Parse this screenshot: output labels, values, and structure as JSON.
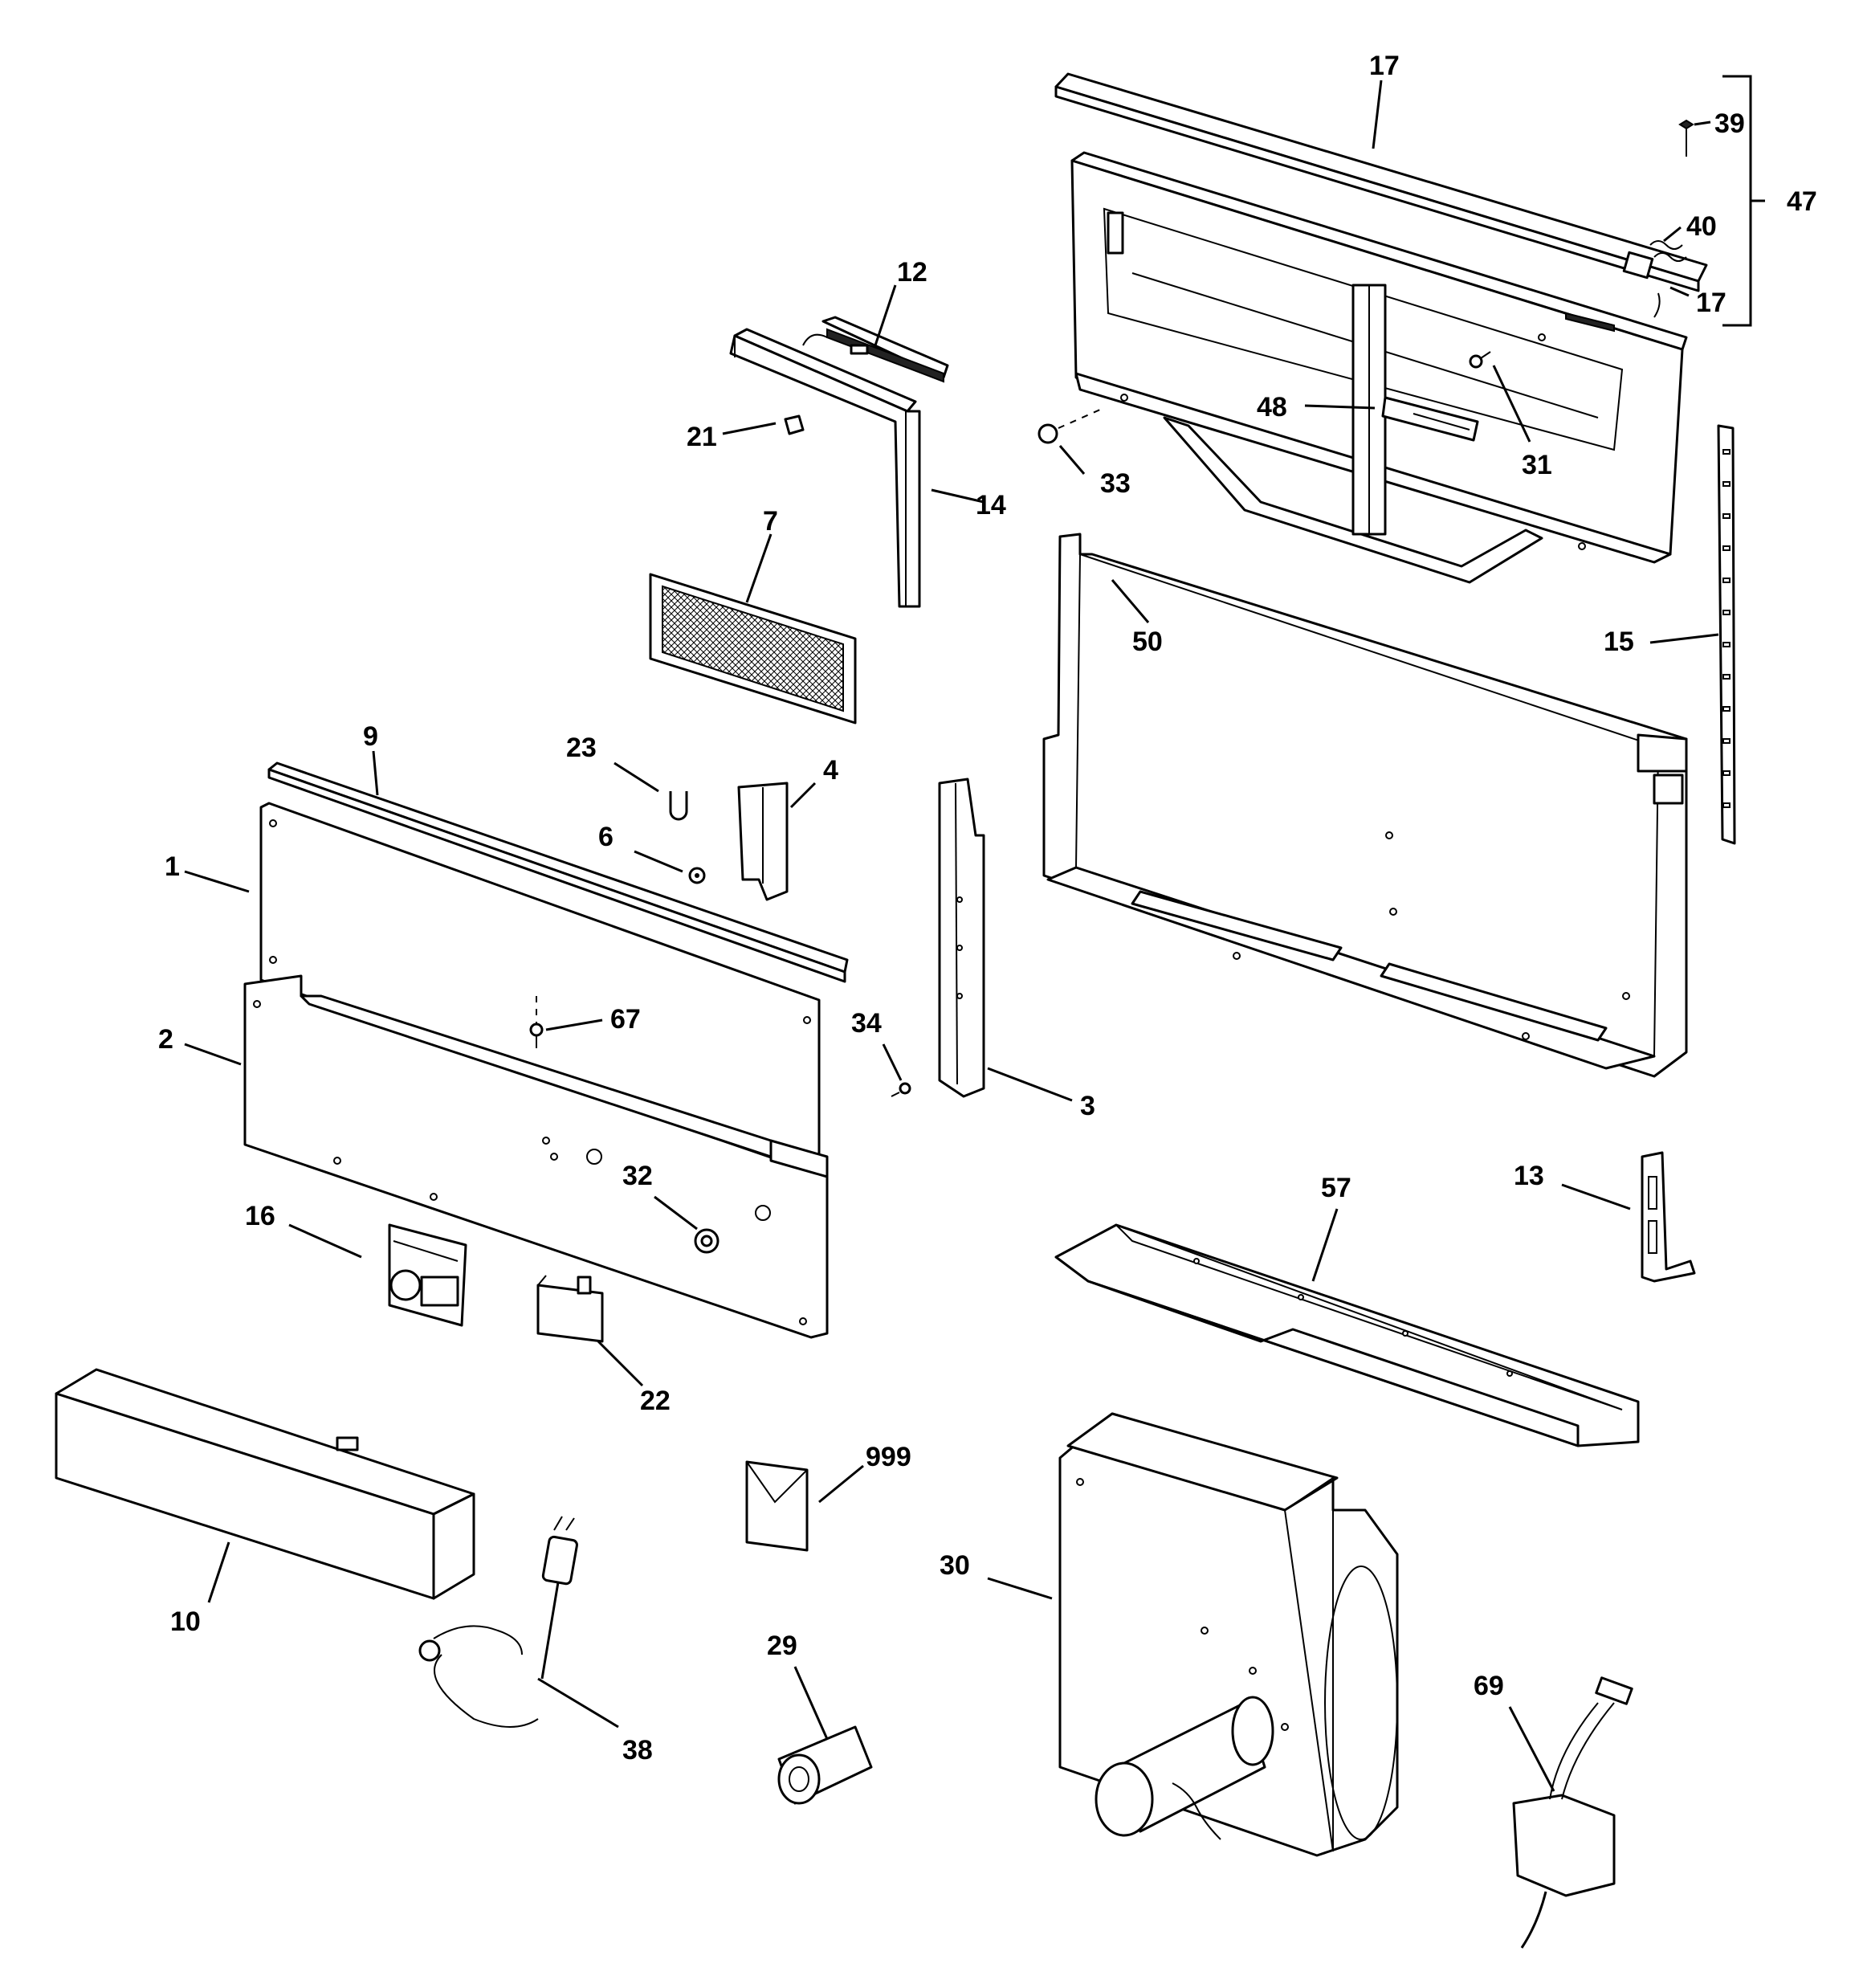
{
  "callouts": {
    "c17_top": "17",
    "c39": "39",
    "c47": "47",
    "c40": "40",
    "c17_side": "17",
    "c12": "12",
    "c48": "48",
    "c31": "31",
    "c21": "21",
    "c14": "14",
    "c33": "33",
    "c7": "7",
    "c50": "50",
    "c15": "15",
    "c9": "9",
    "c23": "23",
    "c4": "4",
    "c6": "6",
    "c1": "1",
    "c67": "67",
    "c34": "34",
    "c2": "2",
    "c3": "3",
    "c13": "13",
    "c57": "57",
    "c32": "32",
    "c16": "16",
    "c22": "22",
    "c999": "999",
    "c30": "30",
    "c10": "10",
    "c29": "29",
    "c69": "69",
    "c38": "38"
  }
}
